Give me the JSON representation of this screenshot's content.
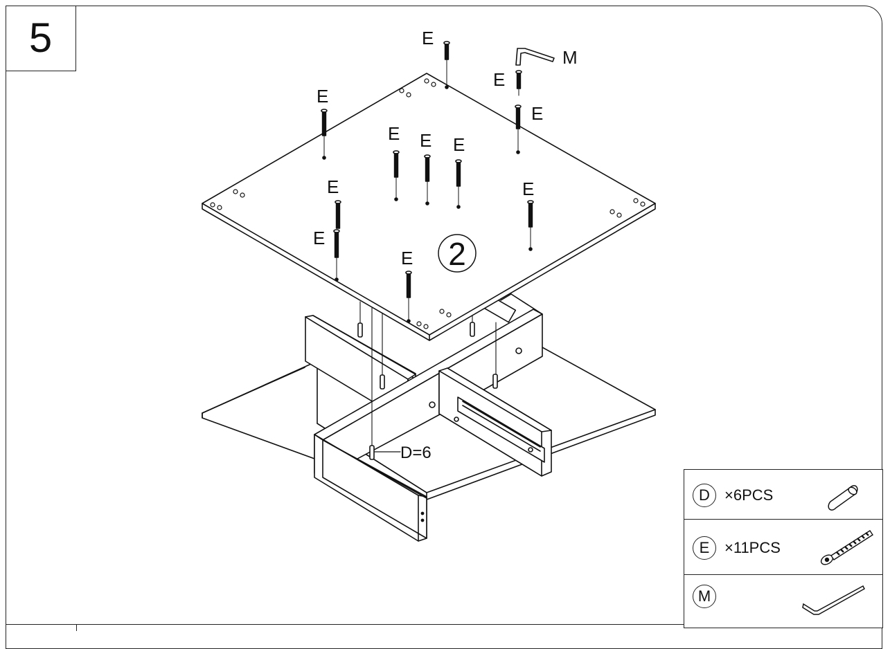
{
  "step": {
    "number": "5"
  },
  "panel": {
    "label": "2"
  },
  "callouts": {
    "screw": "E",
    "hex_key": "M",
    "dowel": "D=6"
  },
  "parts": [
    {
      "letter": "D",
      "qty": "×6PCS",
      "icon": "wooden-dowel-icon"
    },
    {
      "letter": "E",
      "qty": "×11PCS",
      "icon": "cam-bolt-screw-icon"
    },
    {
      "letter": "M",
      "qty": "",
      "icon": "hex-key-icon"
    }
  ]
}
